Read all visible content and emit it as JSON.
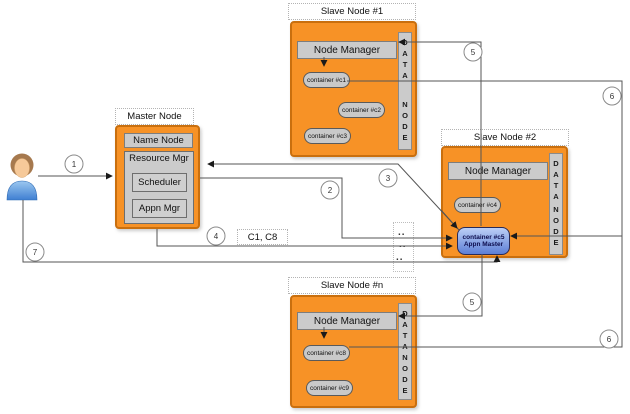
{
  "nodes": {
    "master": {
      "title": "Master Node",
      "name_node": "Name Node",
      "resource_manager": "Resource Mgr",
      "scheduler": "Scheduler",
      "application_manager": "Appn Mgr"
    },
    "slave1": {
      "title": "Slave Node #1",
      "node_manager": "Node Manager",
      "containers": {
        "c1": "container #c1",
        "c2": "container #c2",
        "c3": "container #c3"
      }
    },
    "slave2": {
      "title": "Slave Node #2",
      "node_manager": "Node Manager",
      "containers": {
        "c4": "container #c4"
      },
      "appn_master_container": {
        "line1": "container #c5",
        "line2": "Appn Master"
      }
    },
    "slave_n": {
      "title": "Slave Node #n",
      "node_manager": "Node Manager",
      "containers": {
        "c8": "container #c8",
        "c9": "container #c9"
      }
    }
  },
  "datanode_label": {
    "top": "DATA",
    "bottom": "NODE"
  },
  "steps": {
    "one": "1",
    "two": "2",
    "three": "3",
    "four": "4",
    "five": "5",
    "six": "6",
    "seven": "7"
  },
  "labels": {
    "allocated_containers": "C1, C8",
    "ellipsis": ".."
  },
  "icons": {
    "user_icon": "person-silhouette"
  },
  "colors": {
    "node_fill": "#F79226",
    "node_border": "#C96F0E",
    "bar_fill": "#CBCBCB",
    "appn_master_fill_top": "#BCCFF6",
    "appn_master_fill_bottom": "#5D7FD6",
    "connector": "#555555"
  }
}
